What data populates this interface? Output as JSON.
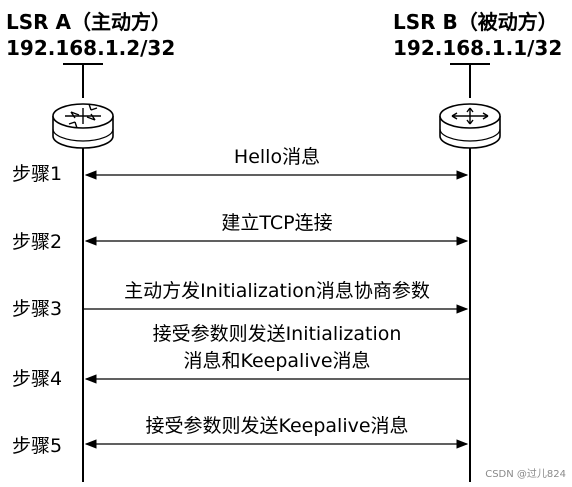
{
  "nodes": [
    {
      "title": "LSR A（主动方）",
      "ip": "192.168.1.2/32"
    },
    {
      "title": "LSR B（被动方）",
      "ip": "192.168.1.1/32"
    }
  ],
  "steps": [
    {
      "label": "步骤1",
      "message": "Hello消息",
      "direction": "both"
    },
    {
      "label": "步骤2",
      "message": "建立TCP连接",
      "direction": "both"
    },
    {
      "label": "步骤3",
      "message": "主动方发Initialization消息协商参数",
      "direction": "right"
    },
    {
      "label": "步骤4",
      "message_lines": [
        "接受参数则发送Initialization",
        "消息和Keepalive消息"
      ],
      "direction": "left"
    },
    {
      "label": "步骤5",
      "message": "接受参数则发送Keepalive消息",
      "direction": "both"
    }
  ],
  "watermark": "CSDN @过儿824",
  "colors": {
    "line": "#000000",
    "router_fill": "#ffffff",
    "router_stroke": "#000000"
  },
  "icons": {
    "router": "router-icon"
  }
}
